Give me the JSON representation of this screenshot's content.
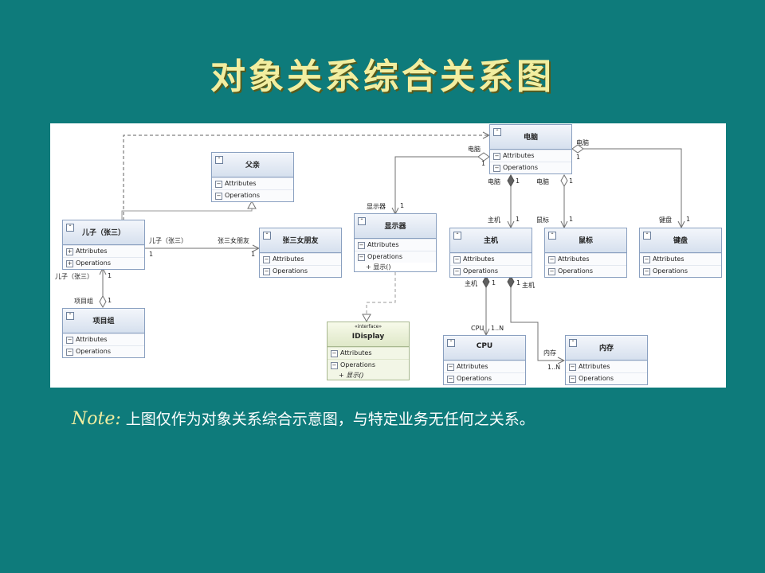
{
  "slide": {
    "title": "对象关系综合关系图",
    "note_label": "Note:",
    "note_text": "上图仅作为对象关系综合示意图，与特定业务无任何之关系。"
  },
  "diagram": {
    "section_labels": {
      "attributes": "Attributes",
      "operations": "Operations"
    },
    "classes": {
      "father": {
        "name": "父亲"
      },
      "son": {
        "name": "儿子（张三）"
      },
      "girlfriend": {
        "name": "张三女朋友"
      },
      "project_group": {
        "name": "项目组"
      },
      "monitor": {
        "name": "显示器",
        "operation": "+ 显示()"
      },
      "idisplay": {
        "stereotype": "«interface»",
        "name": "IDisplay",
        "operation": "+ 显示()"
      },
      "computer": {
        "name": "电脑"
      },
      "mainframe": {
        "name": "主机"
      },
      "mouse": {
        "name": "鼠标"
      },
      "keyboard": {
        "name": "键盘"
      },
      "cpu": {
        "name": "CPU"
      },
      "memory": {
        "name": "内存"
      }
    },
    "labels": {
      "son_gf_role_src": "儿子（张三）",
      "son_gf_mult_src": "1",
      "son_gf_role_dst": "张三女朋友",
      "son_gf_mult_dst": "1",
      "son_pg_role": "儿子（张三）",
      "son_pg_mult": "1",
      "pg_role": "项目组",
      "pg_mult": "1",
      "comp_mon_role_src": "电脑",
      "comp_mon_mult_src": "1",
      "comp_mon_role_dst": "显示器",
      "comp_mon_mult_dst": "1",
      "comp_main_role_src": "电脑",
      "comp_main_mult_src": "1",
      "comp_main_role_dst": "主机",
      "comp_main_mult_dst": "1",
      "comp_mouse_role_src": "电脑",
      "comp_mouse_mult_src": "1",
      "comp_mouse_role_dst": "鼠标",
      "comp_mouse_mult_dst": "1",
      "comp_kb_role_src": "电脑",
      "comp_kb_mult_src": "1",
      "comp_kb_role_dst": "键盘",
      "comp_kb_mult_dst": "1",
      "main_cpu_role_src": "主机",
      "main_cpu_mult_src": "1",
      "main_cpu_role_dst": "CPU",
      "main_cpu_mult_dst": "1..N",
      "main_mem_role_src": "主机",
      "main_mem_mult_src": "1",
      "main_mem_role_dst": "内存",
      "main_mem_mult_dst": "1..N"
    }
  }
}
